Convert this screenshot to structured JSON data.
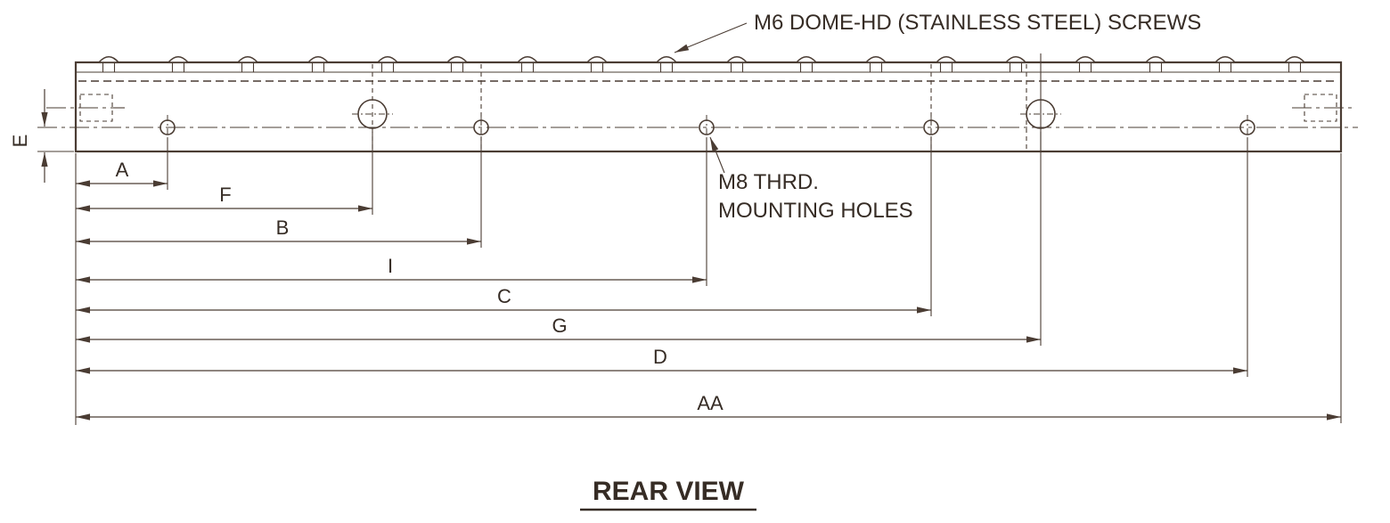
{
  "title": "REAR VIEW",
  "callouts": {
    "screws": "M6 DOME-HD (STAINLESS STEEL) SCREWS",
    "m8_line1": "M8 THRD.",
    "m8_line2": "MOUNTING HOLES"
  },
  "dims": {
    "vertical": "E",
    "rows": [
      "A",
      "F",
      "B",
      "I",
      "C",
      "G",
      "D",
      "AA"
    ]
  },
  "colors": {
    "line": "#4a3c33",
    "text": "#362c25"
  }
}
